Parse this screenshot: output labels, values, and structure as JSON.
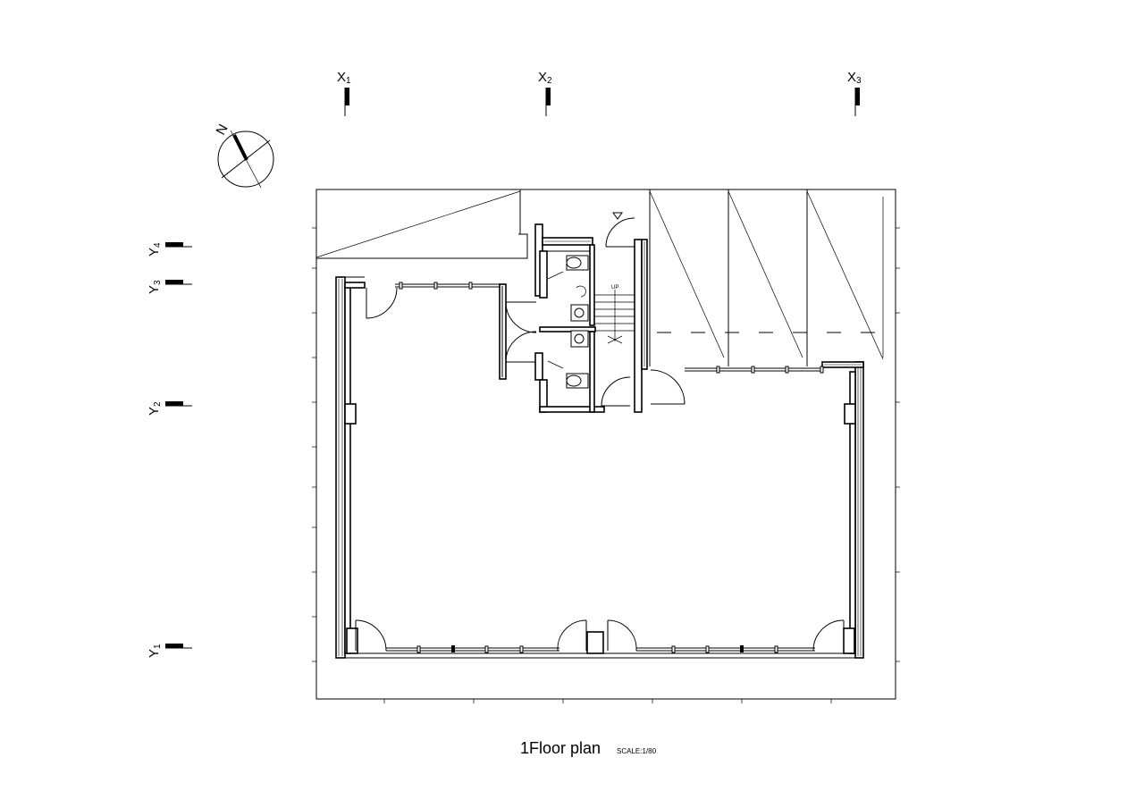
{
  "drawing": {
    "title": "1Floor plan",
    "scale": "SCALE:1/80"
  },
  "grid_axes": {
    "x": [
      {
        "id": "x1",
        "letter": "X",
        "num": "1"
      },
      {
        "id": "x2",
        "letter": "X",
        "num": "2"
      },
      {
        "id": "x3",
        "letter": "X",
        "num": "3"
      }
    ],
    "y": [
      {
        "id": "y4",
        "letter": "Y",
        "num": "4"
      },
      {
        "id": "y3",
        "letter": "Y",
        "num": "3"
      },
      {
        "id": "y2",
        "letter": "Y",
        "num": "2"
      },
      {
        "id": "y1",
        "letter": "Y",
        "num": "1"
      }
    ]
  },
  "north_arrow": {
    "label": "N"
  },
  "stair": {
    "up_label": "UP"
  }
}
